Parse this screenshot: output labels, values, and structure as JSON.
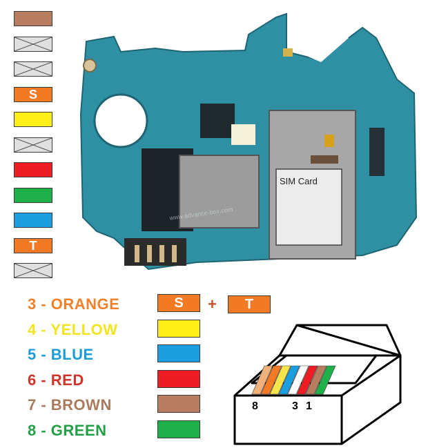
{
  "pins": [
    {
      "kind": "fill",
      "color": "#b87d5e",
      "label": ""
    },
    {
      "kind": "cross",
      "color": "#e0e0e0",
      "label": ""
    },
    {
      "kind": "cross",
      "color": "#e0e0e0",
      "label": ""
    },
    {
      "kind": "fill",
      "color": "#f37a24",
      "label": "S"
    },
    {
      "kind": "fill",
      "color": "#ffef16",
      "label": ""
    },
    {
      "kind": "cross",
      "color": "#e0e0e0",
      "label": ""
    },
    {
      "kind": "fill",
      "color": "#ee1d23",
      "label": ""
    },
    {
      "kind": "fill",
      "color": "#20b04a",
      "label": ""
    },
    {
      "kind": "fill",
      "color": "#1a9fe0",
      "label": ""
    },
    {
      "kind": "fill",
      "color": "#f37a24",
      "label": "T"
    },
    {
      "kind": "cross",
      "color": "#e0e0e0",
      "label": ""
    }
  ],
  "board": {
    "sim_label": "SIM Card",
    "watermark": "www.advance-box.com"
  },
  "legend": [
    {
      "label": "3 - ORANGE",
      "color": "#f0812a",
      "swatch": "#f37a24",
      "swatch_text": "S"
    },
    {
      "label": "4 - YELLOW",
      "color": "#f2e41e",
      "swatch": "#ffef16",
      "swatch_text": ""
    },
    {
      "label": "5 - BLUE",
      "color": "#1d9bd6",
      "swatch": "#1a9fe0",
      "swatch_text": ""
    },
    {
      "label": "6 - RED",
      "color": "#d0332a",
      "swatch": "#ee1d23",
      "swatch_text": ""
    },
    {
      "label": "7 - BROWN",
      "color": "#a97a5d",
      "swatch": "#b87d5e",
      "swatch_text": ""
    },
    {
      "label": "8 - GREEN",
      "color": "#21a046",
      "swatch": "#20b04a",
      "swatch_text": ""
    }
  ],
  "plus": "+",
  "extra_swatch": {
    "color": "#f37a24",
    "text": "T"
  },
  "connector": {
    "pin8": "8",
    "pin3": "3",
    "pin1": "1",
    "wires": [
      "#f0b27a",
      "#f37a24",
      "#f7e34a",
      "#1a9fe0",
      "#ffffff",
      "#ee1d23",
      "#b87d5e",
      "#20b04a"
    ]
  }
}
